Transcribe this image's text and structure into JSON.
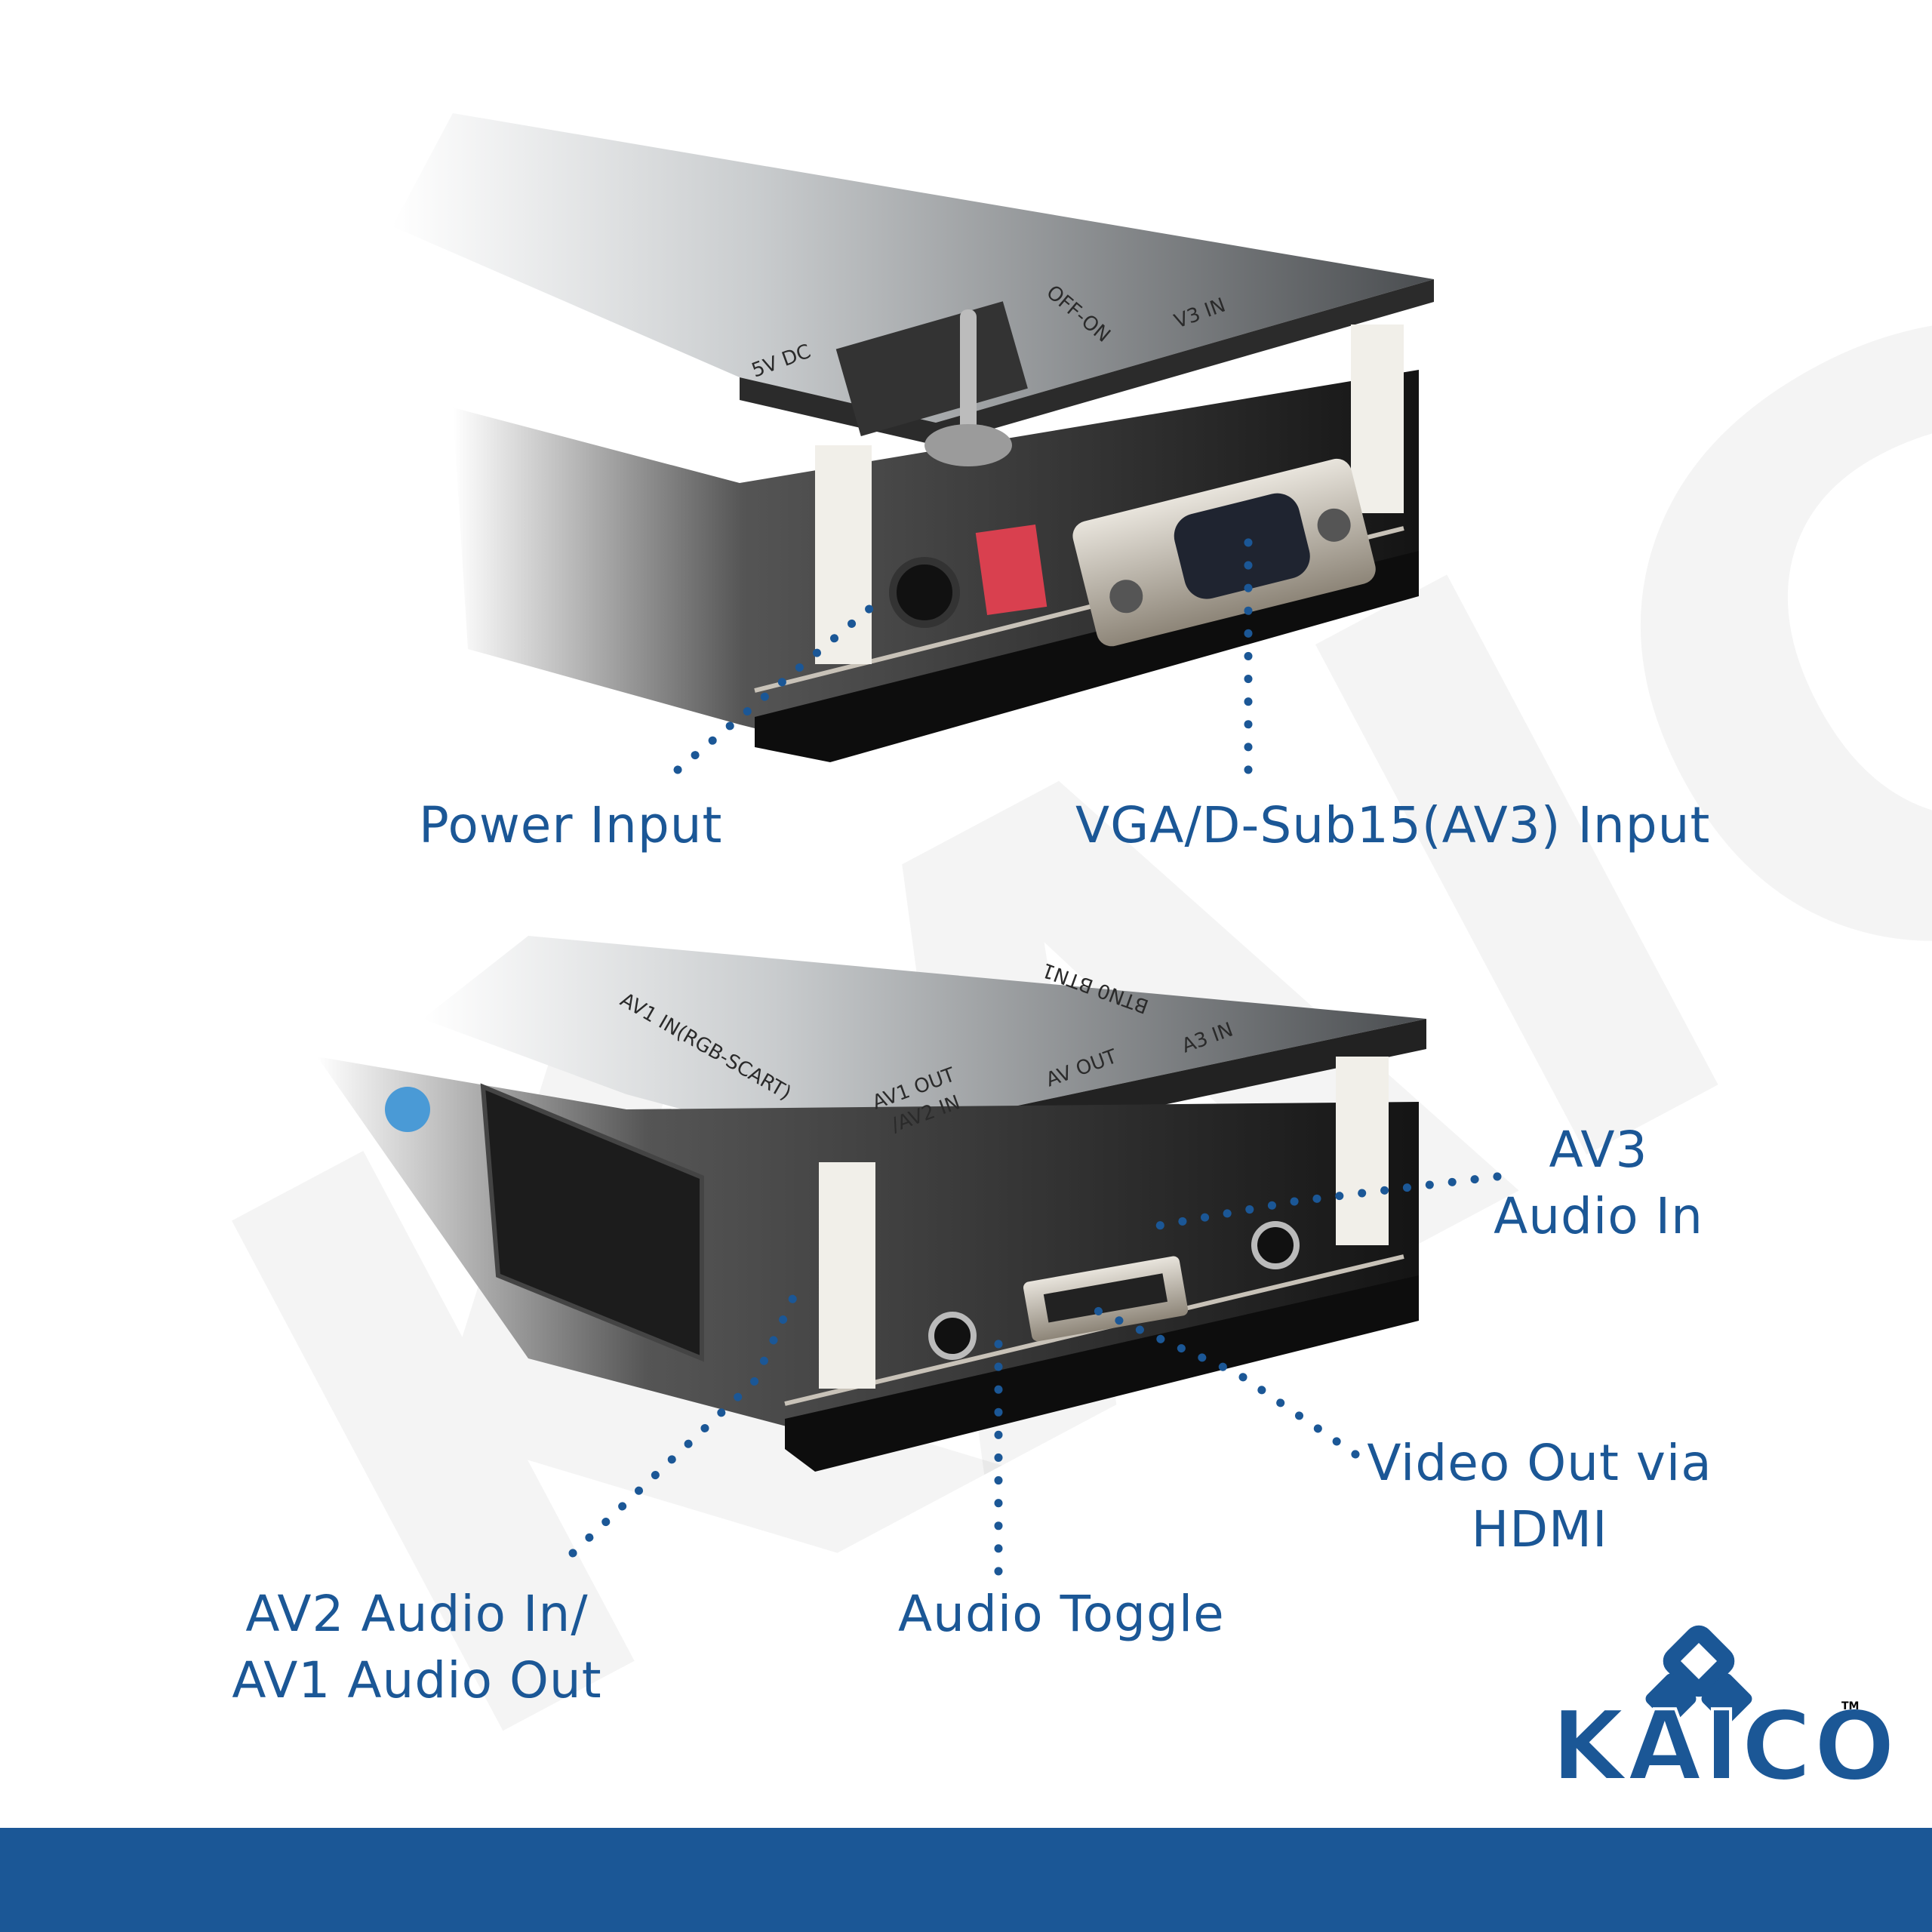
{
  "colors": {
    "brand_blue": "#1b5796",
    "band": "#1b5796",
    "device_dark": "#1a1a1a",
    "switch_red": "#d9404f"
  },
  "watermark": "KAICO",
  "labels": {
    "power_input": "Power Input",
    "vga_input": "VGA/D-Sub15(AV3) Input",
    "av3_audio_in": [
      "AV3",
      "Audio In"
    ],
    "video_out_hdmi": [
      "Video Out via",
      "HDMI"
    ],
    "audio_toggle": "Audio Toggle",
    "av2_av1_audio": [
      "AV2 Audio In/",
      "AV1 Audio Out"
    ]
  },
  "device_markings": {
    "top": [
      "5V DC",
      "OFF-ON",
      "V3 IN"
    ],
    "bottom": [
      "AV1 IN(RGB-SCART)",
      "AV1 OUT",
      "/AV2 IN",
      "AV OUT",
      "A3 IN",
      "BTN0 BTN1"
    ]
  },
  "logo": {
    "text": "KAICO",
    "trademark": "TM"
  }
}
